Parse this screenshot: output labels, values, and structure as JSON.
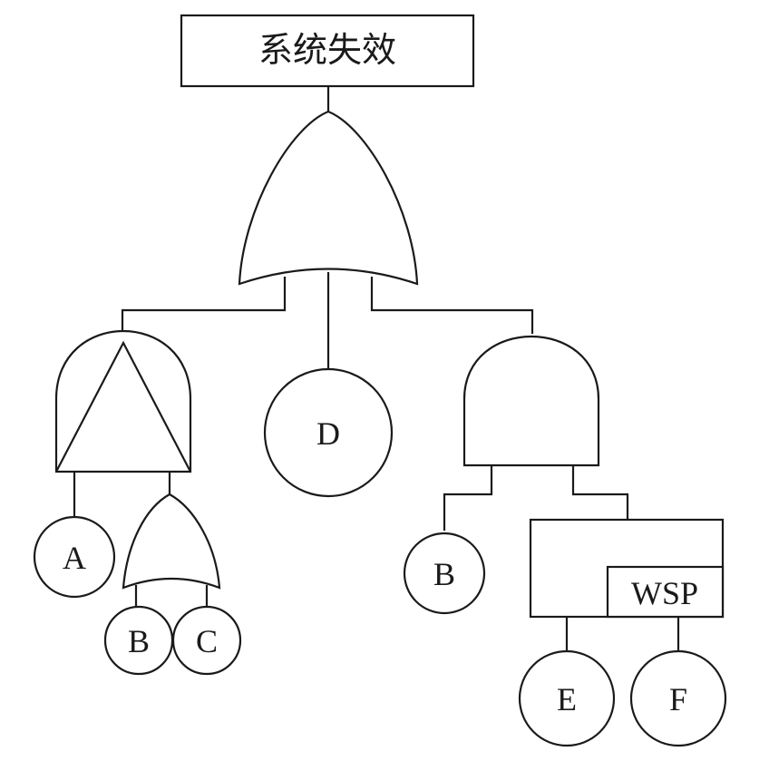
{
  "top_event": {
    "label": "系统失效"
  },
  "gates": {
    "top_or": {
      "type": "OR"
    },
    "left_pand": {
      "type": "PAND"
    },
    "left_or": {
      "type": "OR"
    },
    "right_and": {
      "type": "AND"
    },
    "wsp": {
      "type": "WSP",
      "label": "WSP"
    }
  },
  "basic_events": {
    "a": "A",
    "b_left": "B",
    "c": "C",
    "d": "D",
    "b_right": "B",
    "e": "E",
    "f": "F"
  }
}
